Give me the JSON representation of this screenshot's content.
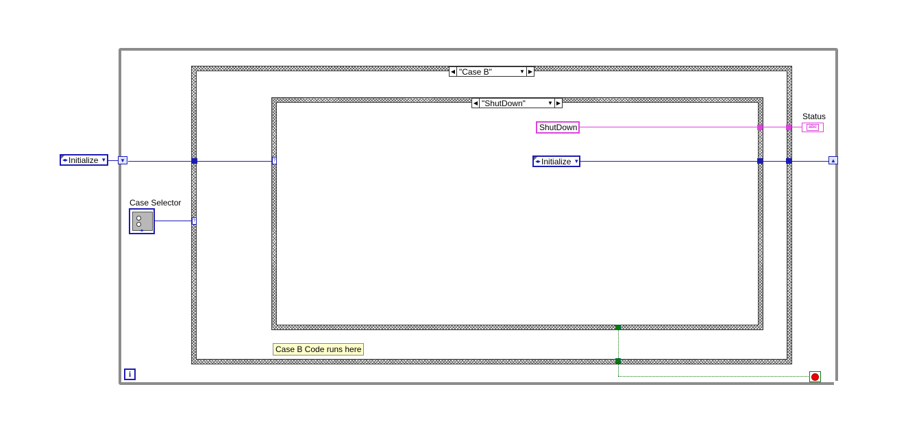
{
  "while_loop": {
    "iteration_icon": "i"
  },
  "case_outer": {
    "selector_value": "\"Case B\"",
    "comment": "Case B Code runs here"
  },
  "case_inner": {
    "selector_value": "\"ShutDown\""
  },
  "controls": {
    "initial_state_enum": "Initialize",
    "case_selector_label": "Case Selector"
  },
  "inner_case_contents": {
    "shutdown_string": "ShutDown",
    "next_state_enum": "Initialize"
  },
  "indicators": {
    "status_label": "Status",
    "status_badge": "abc"
  },
  "colors": {
    "enum_wire": "#1c1cb4",
    "string_wire": "#e040e0",
    "boolean_wire": "#0a7a0a",
    "loop_border": "#8c8c8c"
  }
}
